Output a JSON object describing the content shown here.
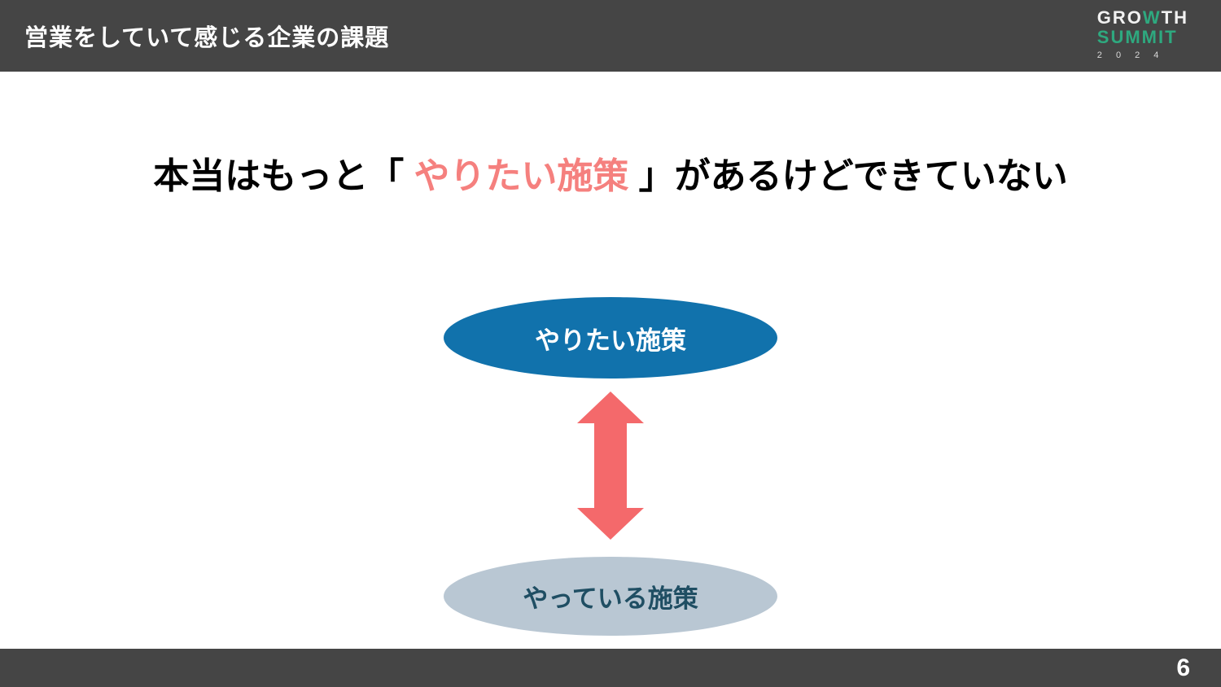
{
  "header": {
    "title": "営業をしていて感じる企業の課題",
    "logo": {
      "growth_pre": "GRO",
      "growth_w": "W",
      "growth_post": "TH",
      "summit": "SUMMIT",
      "year": "2 0 2 4"
    }
  },
  "main": {
    "headline": {
      "prefix": "本当はもっと「",
      "highlight": " やりたい施策 ",
      "suffix": "」があるけどできていない"
    },
    "diagram": {
      "top_ellipse_label": "やりたい施策",
      "bottom_ellipse_label": "やっている施策",
      "arrow_icon": "double-headed-vertical-arrow"
    }
  },
  "footer": {
    "page_number": "6"
  },
  "colors": {
    "header_bar": "#454545",
    "footer_bar": "#454545",
    "headline_highlight": "#F5807E",
    "arrow": "#F4696B",
    "top_ellipse_fill": "#1172AC",
    "top_ellipse_text": "#FFFFFF",
    "bottom_ellipse_fill": "#B9C7D3",
    "bottom_ellipse_text": "#1F4E63",
    "logo_green": "#2EA97F"
  }
}
